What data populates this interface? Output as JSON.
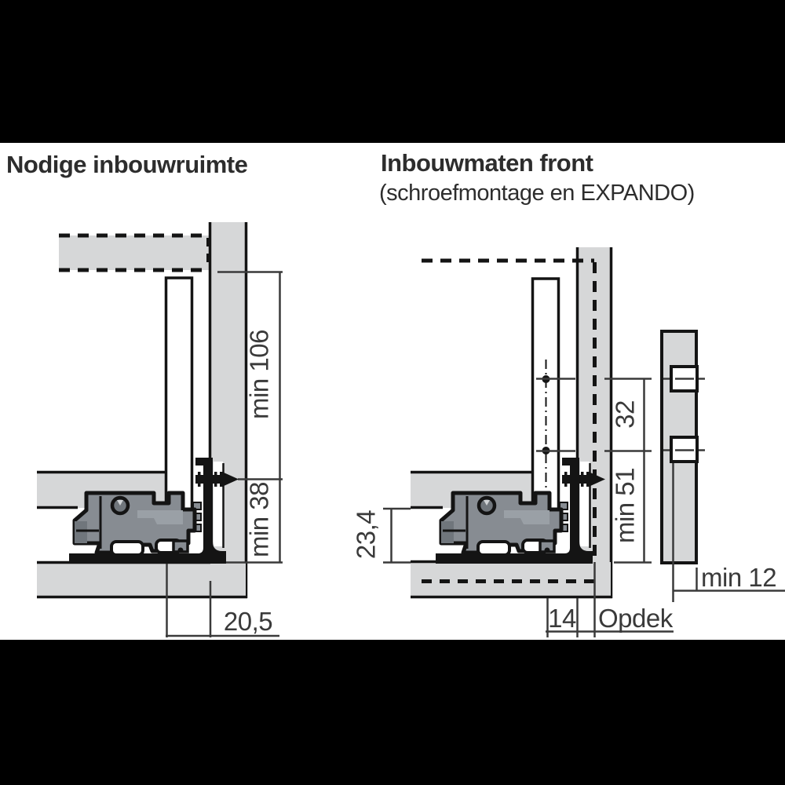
{
  "titles": {
    "left": "Nodige inbouwruimte",
    "right": "Inbouwmaten front",
    "right_sub": "(schroefmontage en EXPANDO)"
  },
  "dimensions": {
    "left": {
      "top_clearance": "min 106",
      "bottom_clearance": "min 38",
      "front_gap": "20,5"
    },
    "right": {
      "hole_spacing": "32",
      "bottom_hole_height": "min 51",
      "runner_height": "23,4",
      "front_overlap": "14",
      "mount_type_label": "Opdek",
      "drilling_depth": "min 12"
    }
  },
  "colors": {
    "panel_gray": "#d6d7d8",
    "hardware_gray": "#878c92",
    "hardware_gray_dark": "#70767c",
    "hardware_gray_light": "#9aa0a6",
    "line_black": "#141414",
    "dimension_text": "#3a3a3a",
    "letterbox": "#000000",
    "background": "#ffffff"
  }
}
